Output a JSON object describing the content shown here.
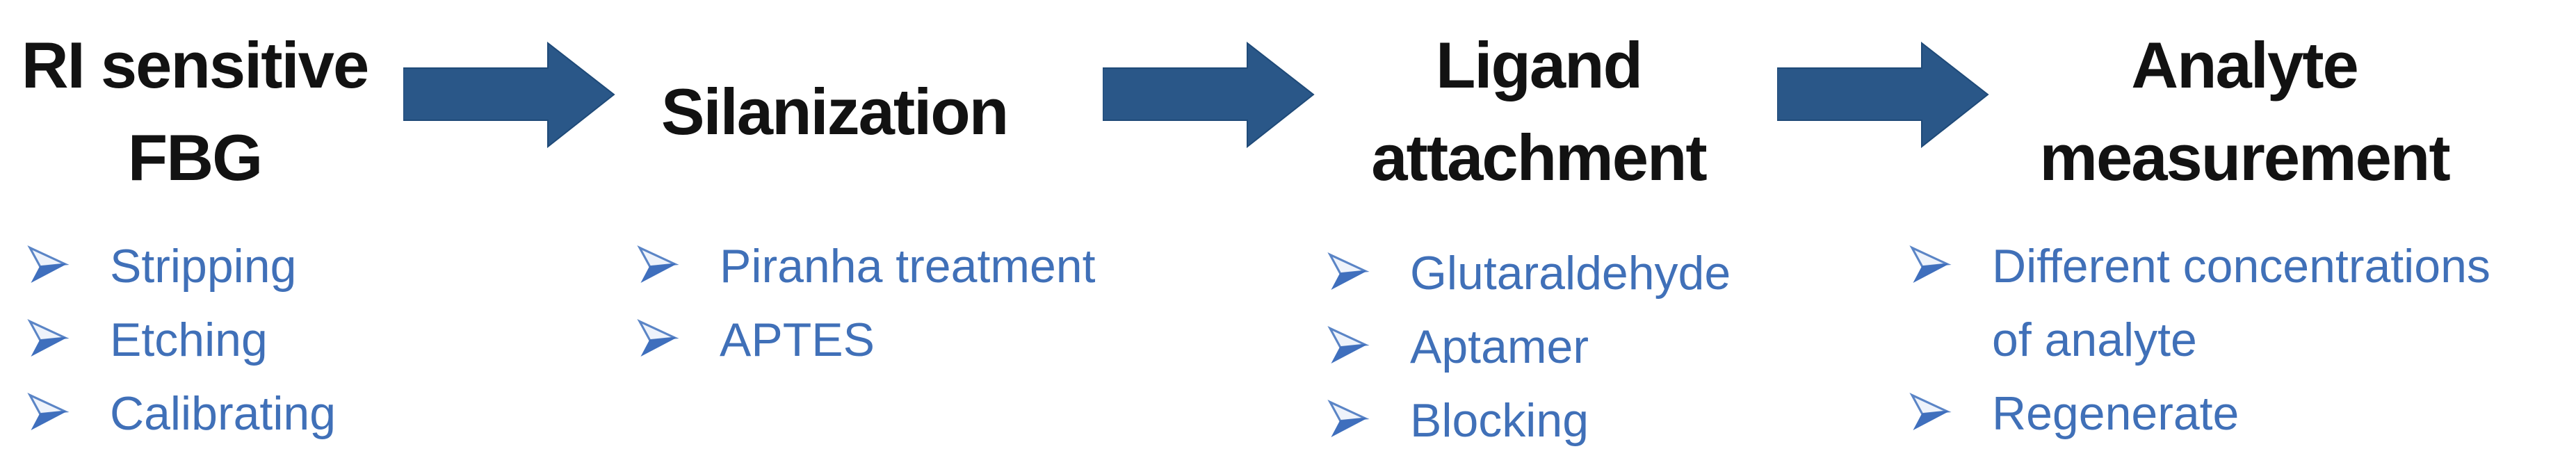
{
  "diagram": {
    "type": "process-flow",
    "background": "#ffffff",
    "colors": {
      "title_text": "#121212",
      "arrow_fill": "#2a5788",
      "arrow_edge": "#1f4a78",
      "bullet_text": "#4070b8",
      "bullet_glyph_dark": "#3f6fbd",
      "bullet_glyph_light": "#eef3fb",
      "bullet_glyph_outline": "#5b85c6"
    },
    "connector_icon": "right-block-arrow",
    "bullet_icon": "3d-arrowhead-bullet",
    "steps": [
      {
        "title": "RI sensitive\nFBG",
        "items": [
          "Stripping",
          "Etching",
          "Calibrating"
        ]
      },
      {
        "title": "Silanization",
        "items": [
          "Piranha treatment",
          "APTES"
        ]
      },
      {
        "title": "Ligand\nattachment",
        "items": [
          "Glutaraldehyde",
          "Aptamer",
          "Blocking"
        ]
      },
      {
        "title": "Analyte\nmeasurement",
        "items": [
          "Different concentrations\nof analyte",
          "Regenerate"
        ]
      }
    ]
  }
}
